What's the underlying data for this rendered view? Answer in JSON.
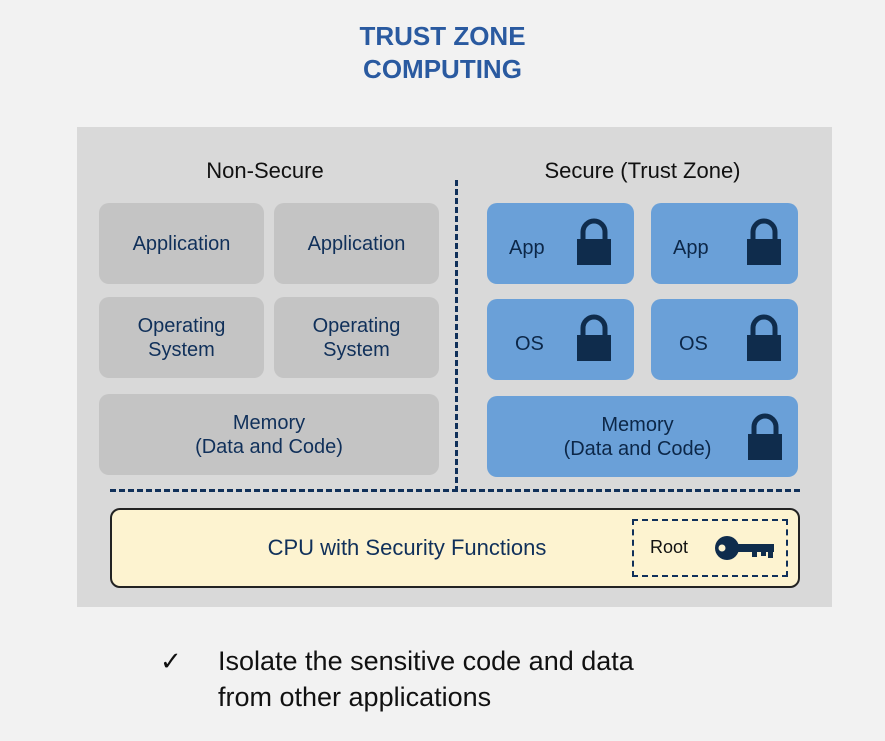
{
  "title": {
    "line1": "TRUST ZONE",
    "line2": "COMPUTING"
  },
  "non_secure": {
    "heading": "Non-Secure",
    "app1": "Application",
    "app2": "Application",
    "os1": [
      "Operating",
      "System"
    ],
    "os2": [
      "Operating",
      "System"
    ],
    "memory": [
      "Memory",
      "(Data and Code)"
    ]
  },
  "secure": {
    "heading": "Secure (Trust Zone)",
    "app1": "App",
    "app2": "App",
    "os1": "OS",
    "os2": "OS",
    "memory": [
      "Memory",
      "(Data and Code)"
    ]
  },
  "cpu": {
    "label": "CPU with Security Functions",
    "root_label": "Root"
  },
  "bullet": {
    "mark": "✓",
    "lines": [
      "Isolate the sensitive code and data",
      "from other applications"
    ]
  },
  "colors": {
    "title": "#2a5aa0",
    "panel": "#d9d9d9",
    "non_secure_box": "#c4c4c4",
    "secure_box": "#6aa0d8",
    "lock": "#0f2c4c",
    "cpu_fill": "#fdf3d0"
  },
  "icons": {
    "lock": "padlock-icon",
    "key": "key-icon"
  }
}
